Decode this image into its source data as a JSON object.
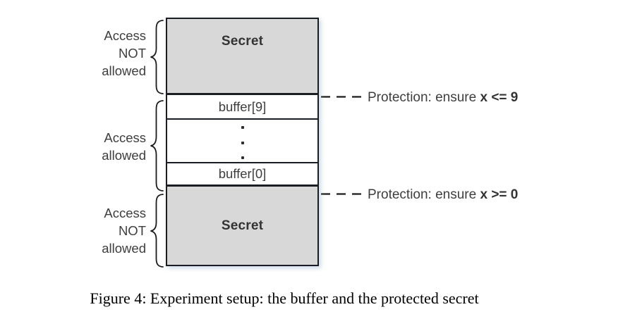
{
  "colors": {
    "secret_fill": "#d8d8d8",
    "box_border": "#1a1d21",
    "diagram_text": "#3e3e3e",
    "caption_text": "#000000",
    "background": "#ffffff"
  },
  "memory_column": {
    "secret_top": "Secret",
    "buffer_top": "buffer[9]",
    "buffer_bottom": "buffer[0]",
    "secret_bottom": "Secret"
  },
  "access_labels": {
    "top": [
      "Access",
      "NOT",
      "allowed"
    ],
    "middle": [
      "Access",
      "allowed"
    ],
    "bottom": [
      "Access",
      "NOT",
      "allowed"
    ]
  },
  "protection": {
    "top": {
      "prefix": "Protection: ensure ",
      "condition": "x <= 9"
    },
    "bottom": {
      "prefix": "Protection: ensure ",
      "condition": "x >= 0"
    }
  },
  "caption": "Figure 4: Experiment setup: the buffer and the protected secret"
}
